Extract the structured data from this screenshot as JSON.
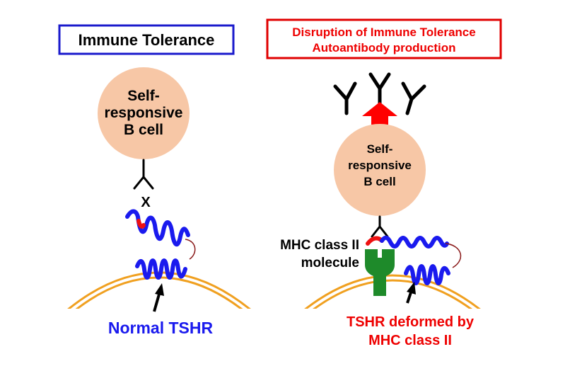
{
  "left": {
    "title": "Immune Tolerance",
    "cell_label": [
      "Self-",
      "responsive",
      "B cell"
    ],
    "block_mark": "X",
    "receptor_label": "Normal TSHR"
  },
  "right": {
    "title_lines": [
      "Disruption of Immune Tolerance",
      "Autoantibody production"
    ],
    "cell_label": [
      "Self-",
      "responsive",
      "B cell"
    ],
    "mhc_label": [
      "MHC class II",
      "molecule"
    ],
    "receptor_label": [
      "TSHR deformed by",
      "MHC class II"
    ]
  },
  "colors": {
    "left_box_border": "#1a1acc",
    "right_box_border": "#e00000",
    "cell_fill": "#f7c7a6",
    "helix_blue": "#1a1aee",
    "helix_red": "#ee1111",
    "mhc_green": "#1e8a2a",
    "membrane_orange": "#f0a020",
    "arrow_red": "#ff0000",
    "label_blue": "#1a1aee",
    "label_red": "#ee0000"
  }
}
